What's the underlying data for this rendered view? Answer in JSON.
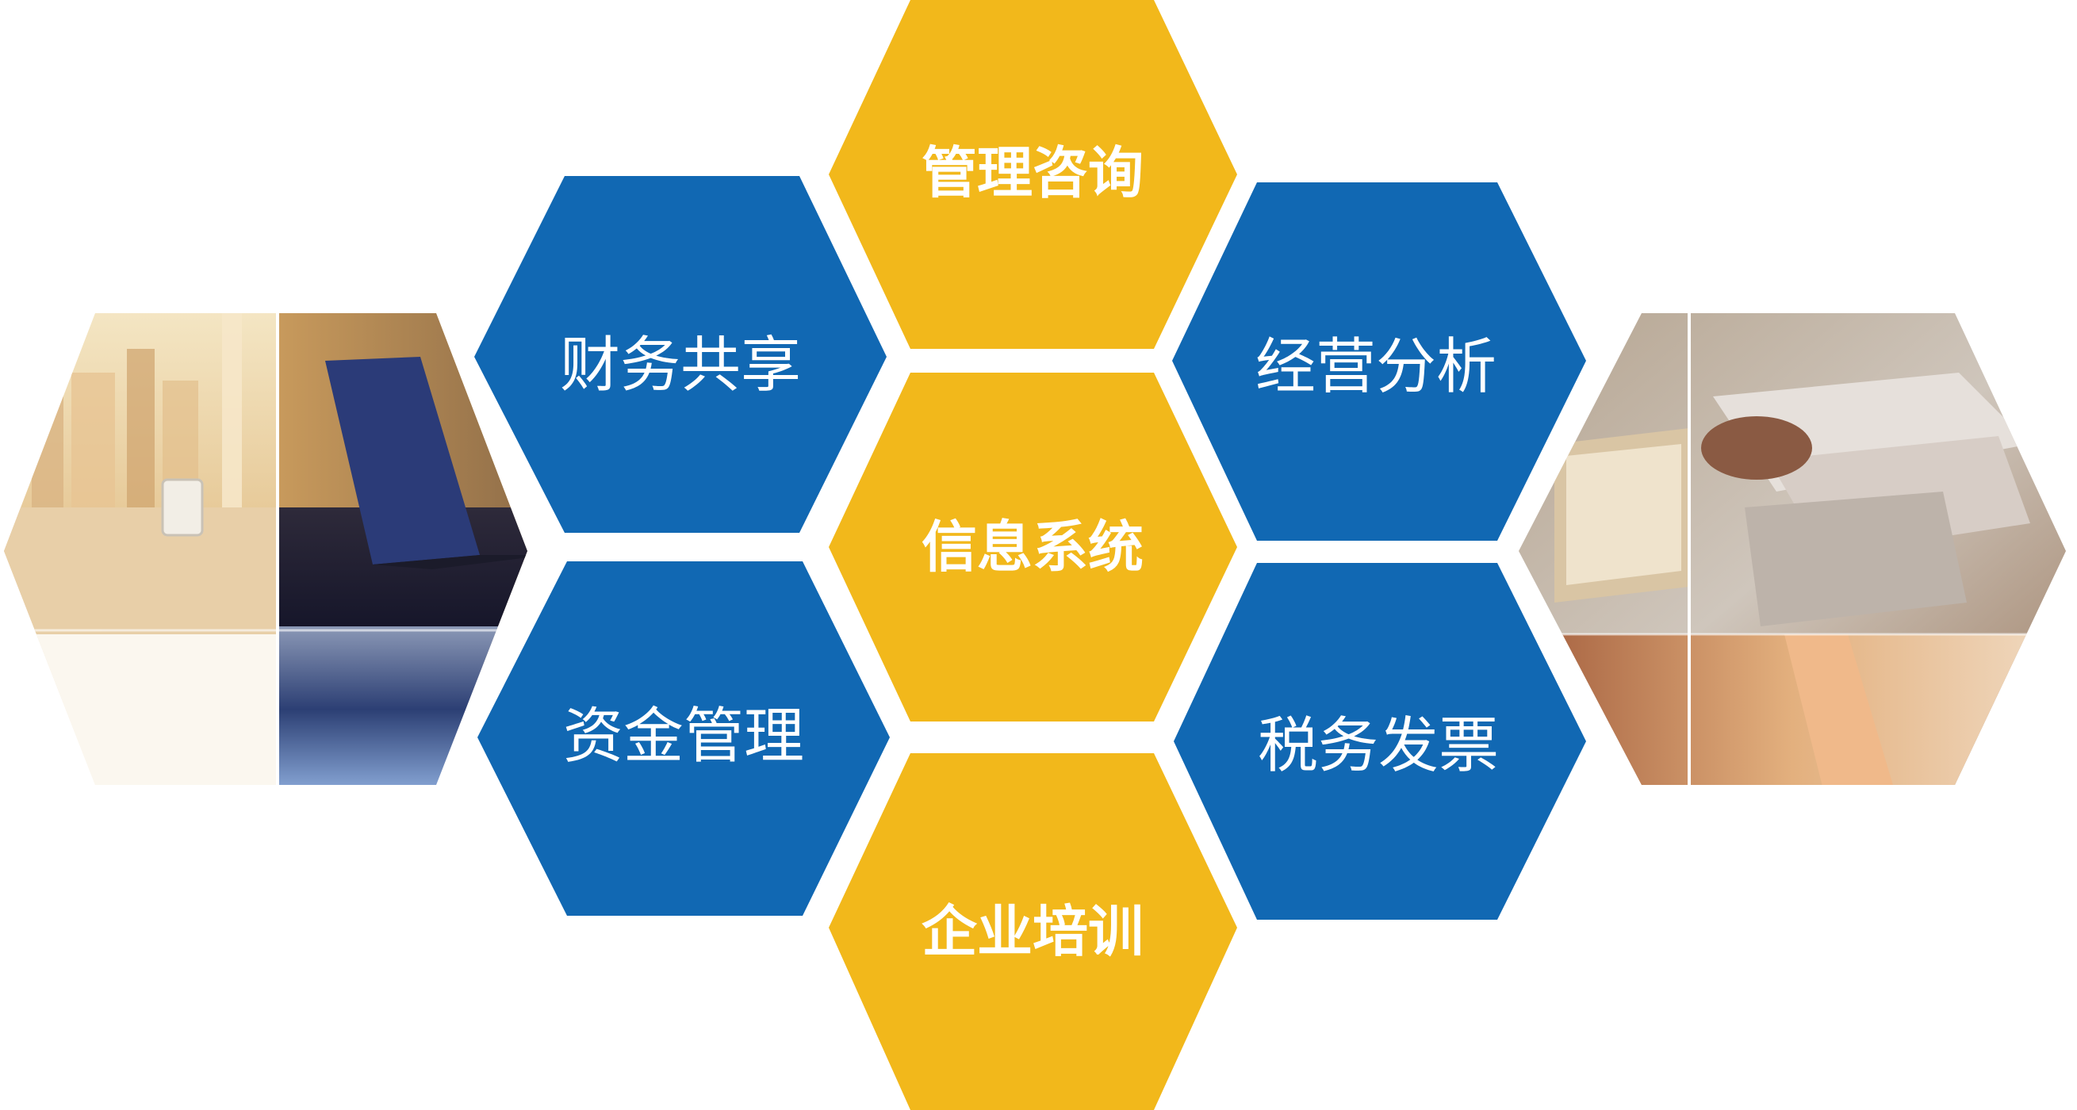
{
  "colors": {
    "blue": "#1168B3",
    "yellow": "#F2B81B",
    "background": "#FFFFFF"
  },
  "services": {
    "management_consulting": "管理咨询",
    "information_system": "信息系统",
    "corporate_training": "企业培训",
    "financial_sharing": "财务共享",
    "fund_management": "资金管理",
    "operation_analysis": "经营分析",
    "tax_invoice": "税务发票"
  },
  "photos": {
    "left": "office-desk-laptop-city-photo",
    "right": "business-meeting-documents-photo"
  }
}
